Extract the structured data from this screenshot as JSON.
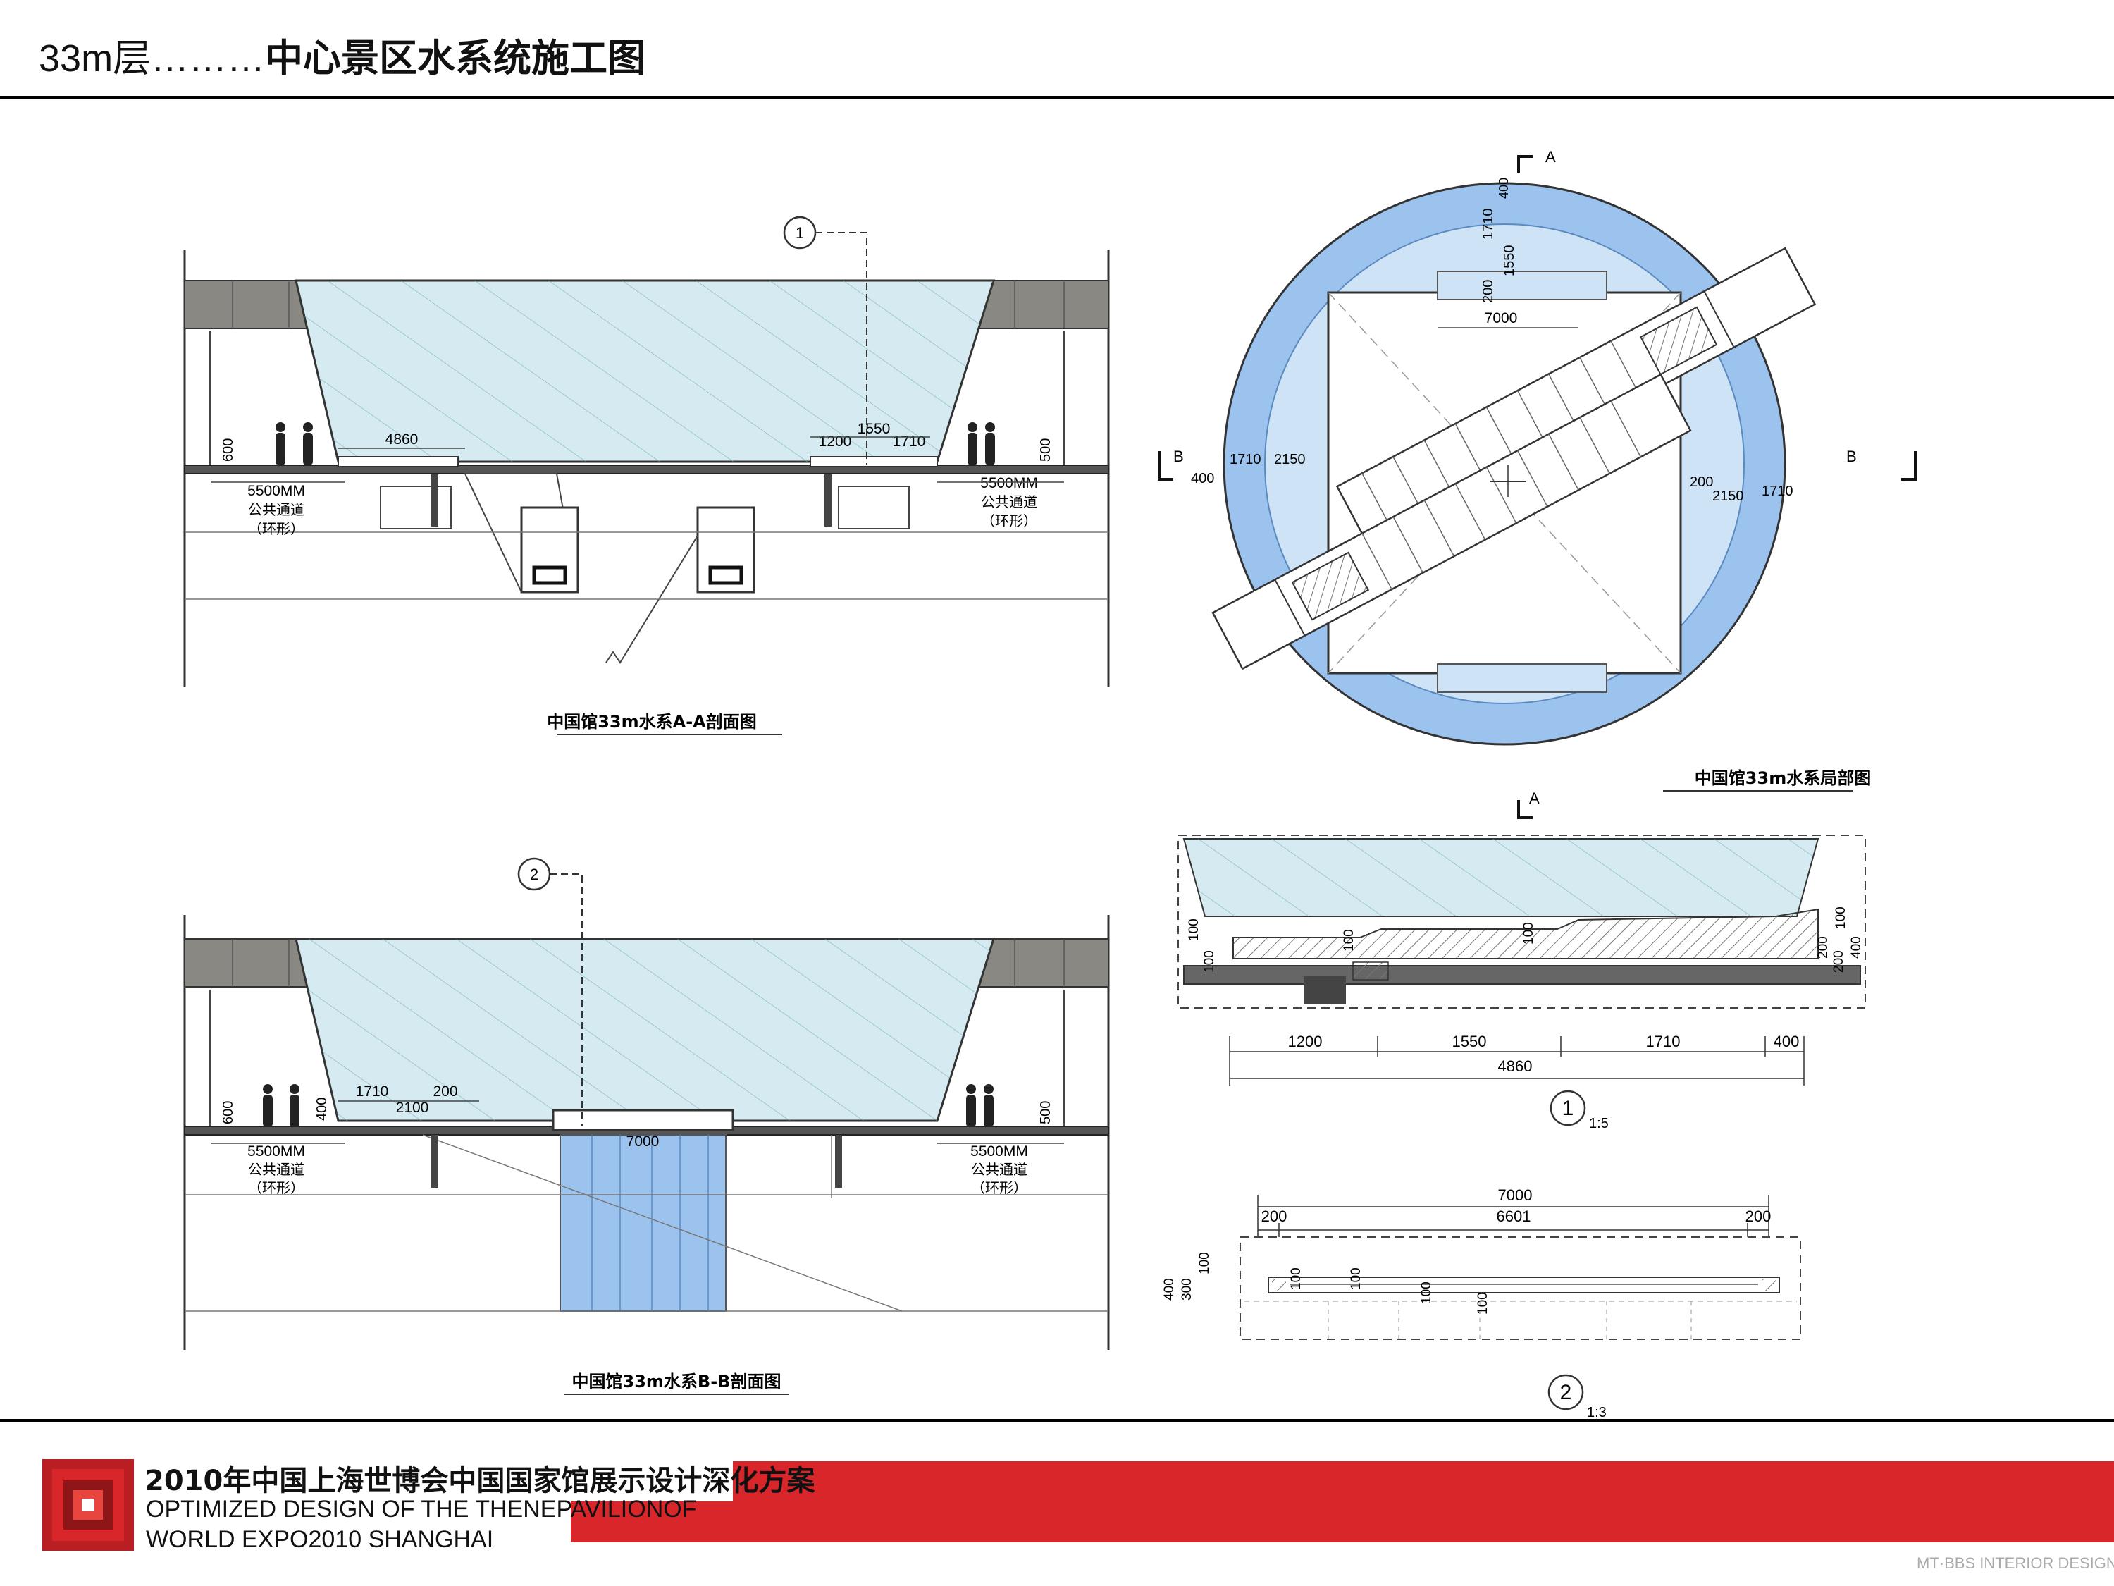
{
  "header": {
    "prefix": "33m层………",
    "title": "中心景区水系统施工图"
  },
  "section_aa": {
    "caption": "中国馆33m水系A-A剖面图",
    "marker": "1",
    "left_walkway": {
      "width": "5500MM",
      "name": "公共通道",
      "note": "（环形）",
      "height": "600"
    },
    "right_walkway": {
      "width": "5500MM",
      "name": "公共通道",
      "note": "（环形）",
      "height": "500"
    },
    "dims": [
      "4860",
      "1200",
      "1550",
      "1710"
    ]
  },
  "section_bb": {
    "caption": "中国馆33m水系B-B剖面图",
    "marker": "2",
    "left_walkway": {
      "width": "5500MM",
      "name": "公共通道",
      "note": "（环形）",
      "height": "600"
    },
    "right_walkway": {
      "width": "5500MM",
      "name": "公共通道",
      "note": "（环形）",
      "height": "500"
    },
    "dims": [
      "1710",
      "200",
      "2100",
      "400",
      "7000"
    ]
  },
  "plan": {
    "caption": "中国馆33m水系局部图",
    "section_a": "A",
    "section_b": "B",
    "dims_top": [
      "1710",
      "400",
      "1550",
      "200",
      "7000"
    ],
    "dims_left": [
      "400",
      "1710",
      "2150"
    ],
    "dims_right": [
      "200",
      "2150",
      "1710"
    ]
  },
  "detail1": {
    "number": "1",
    "scale": "1:5",
    "dims": [
      "1200",
      "1550",
      "1710",
      "400"
    ],
    "total": "4860",
    "vertical": [
      "100",
      "100",
      "100",
      "100",
      "200",
      "400",
      "200",
      "100"
    ]
  },
  "detail2": {
    "number": "2",
    "scale": "1:3",
    "total": "7000",
    "dims": [
      "200",
      "6601",
      "200"
    ],
    "vertical": [
      "400",
      "300",
      "100",
      "100",
      "100",
      "100",
      "100"
    ]
  },
  "footer": {
    "cn_title": "2010年中国上海世博会中国国家馆展示设计深化方案",
    "en_line1": "OPTIMIZED DESIGN OF THE THENEPAVILIONOF",
    "en_line2": "WORLD EXPO2010 SHANGHAI",
    "watermark": "MT·BBS  INTERIOR DESIGN  MT-BBS"
  },
  "colors": {
    "water": "#9cc3ee",
    "water_light": "#cfe3f6",
    "glass": "#cfe6ee",
    "concrete": "#8a8882",
    "brand_red": "#d9262a"
  }
}
